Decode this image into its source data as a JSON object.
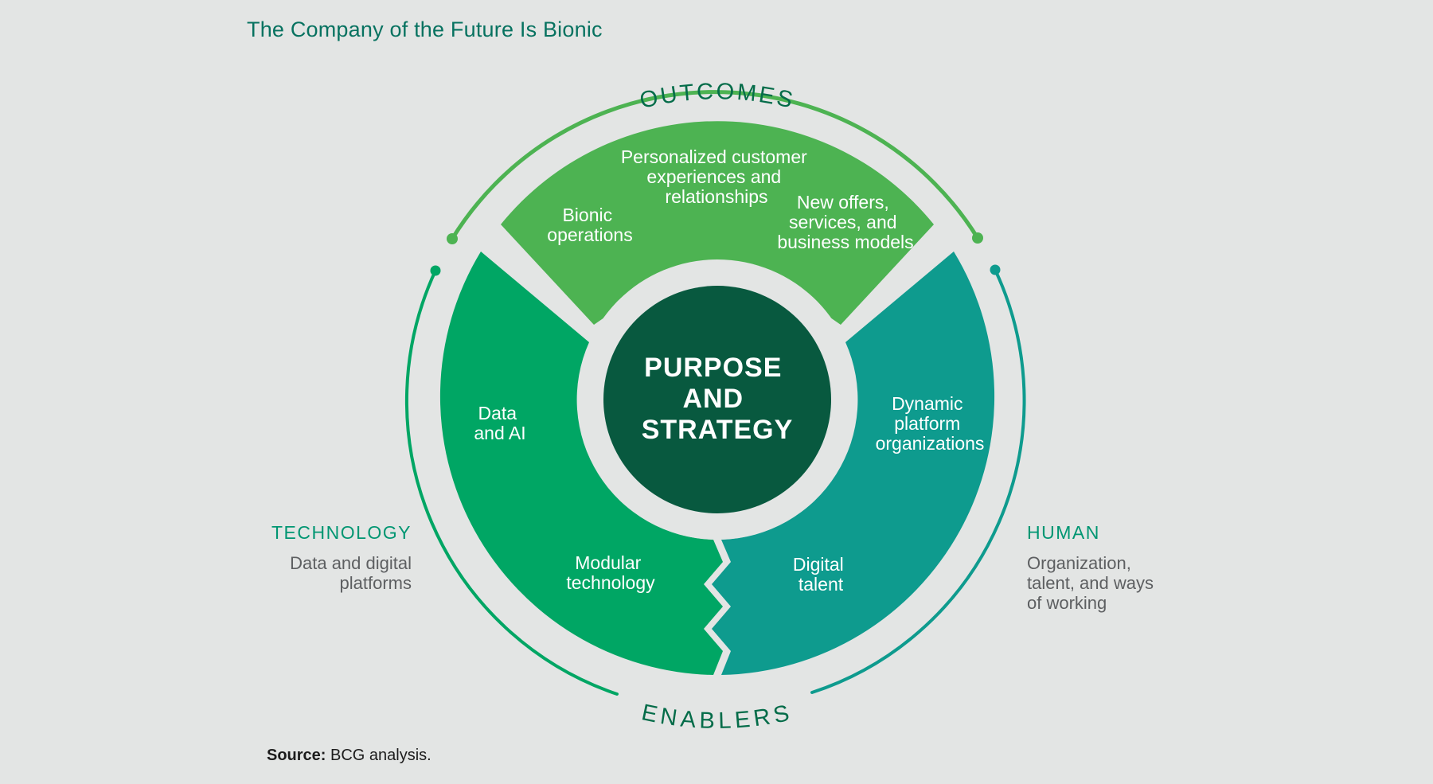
{
  "title": "The Company of the Future Is Bionic",
  "center": {
    "lines": [
      "PURPOSE",
      "AND",
      "STRATEGY"
    ]
  },
  "outcomes": {
    "label": "OUTCOMES",
    "items": {
      "personalized": [
        "Personalized customer",
        "experiences and",
        "relationships"
      ],
      "bionic": [
        "Bionic",
        "operations"
      ],
      "new_offers": [
        "New offers,",
        "services, and",
        "business models"
      ]
    }
  },
  "enablers": {
    "label": "ENABLERS"
  },
  "technology": {
    "label": "TECHNOLOGY",
    "sublabel": [
      "Data and digital",
      "platforms"
    ],
    "items": {
      "data_ai": [
        "Data",
        "and AI"
      ],
      "modular": [
        "Modular",
        "technology"
      ]
    }
  },
  "human": {
    "label": "HUMAN",
    "sublabel": [
      "Organization,",
      "talent, and ways",
      "of working"
    ],
    "items": {
      "dynamic": [
        "Dynamic",
        "platform",
        "organizations"
      ],
      "digital": [
        "Digital",
        "talent"
      ]
    }
  },
  "source": {
    "label": "Source:",
    "text": " BCG analysis."
  },
  "colors": {
    "background": "#e3e5e4",
    "outcomes_green": "#4db352",
    "technology_green": "#00a664",
    "human_teal": "#0e9b8e",
    "center_dark_green": "#08593f",
    "curved_label_green": "#046c49",
    "side_label_green": "#009672",
    "gray_text": "#5d5f61",
    "title_green": "#077260",
    "label_white": "#ffffff"
  }
}
